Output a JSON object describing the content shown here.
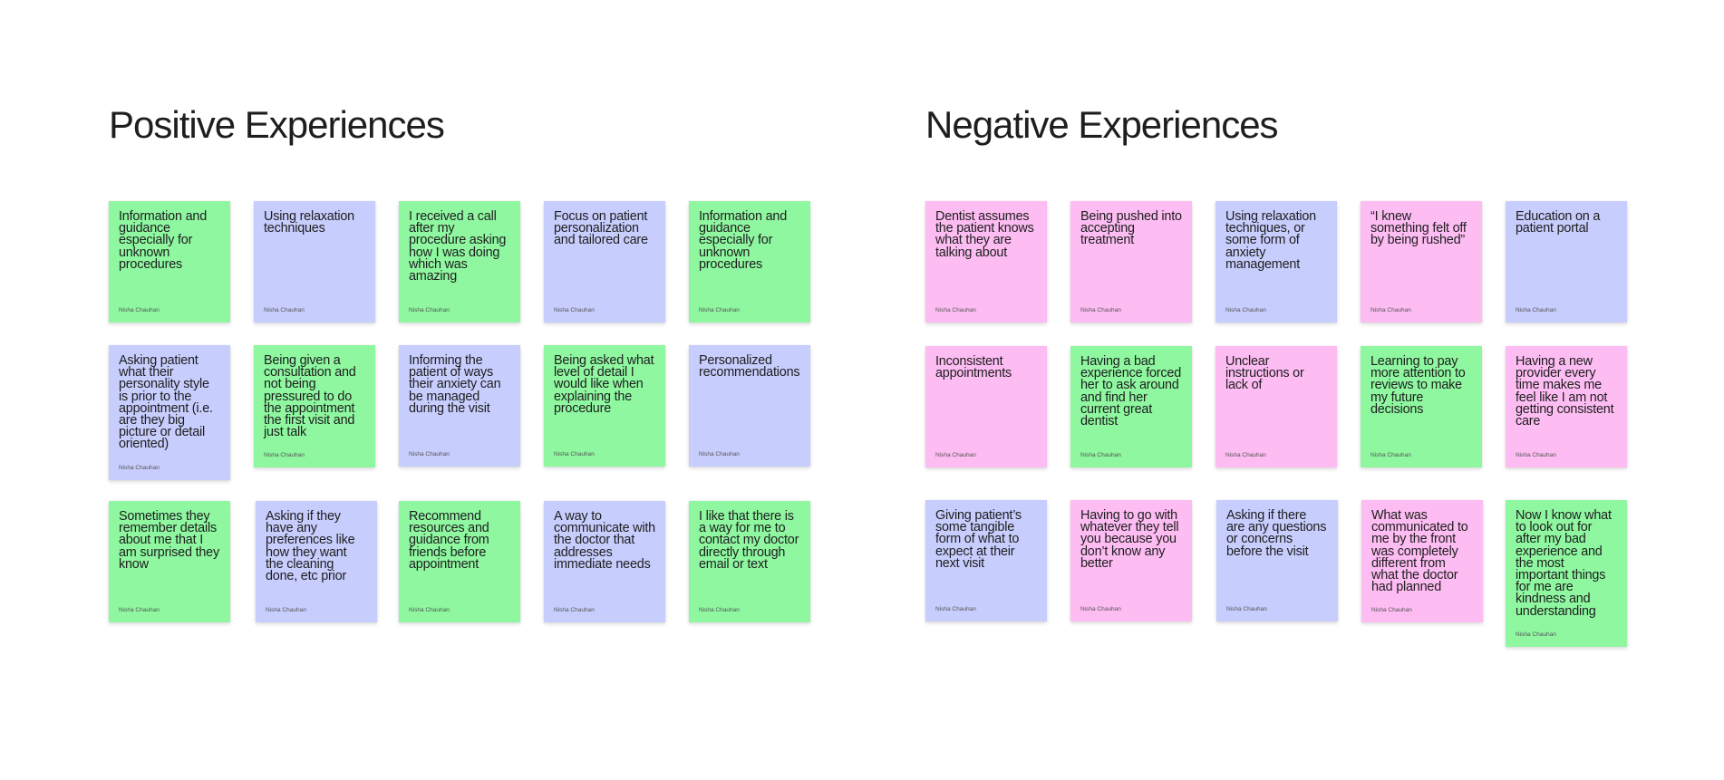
{
  "colors": {
    "background": "#ffffff",
    "green": "#8ef7a0",
    "lilac": "#c7cdfd",
    "pink": "#fdbcf2",
    "text": "#1e1e1e"
  },
  "positive": {
    "title": "Positive Experiences",
    "notes": [
      {
        "text": "Information and guidance especially for unknown procedures",
        "author": "Nisha Chauhan",
        "color": "green"
      },
      {
        "text": "Using relaxation techniques",
        "author": "Nisha Chauhan",
        "color": "lilac"
      },
      {
        "text": "I received a call after my procedure asking how I was doing which was amazing",
        "author": "Nisha Chauhan",
        "color": "green"
      },
      {
        "text": "Focus on patient personalization and tailored care",
        "author": "Nisha Chauhan",
        "color": "lilac"
      },
      {
        "text": "Information and guidance especially for unknown procedures",
        "author": "Nisha Chauhan",
        "color": "green"
      },
      {
        "text": "Asking patient what their personality style is prior to the appointment (i.e. are they big picture or detail oriented)",
        "author": "Nisha Chauhan",
        "color": "lilac"
      },
      {
        "text": "Being given a consultation and not being pressured to do the appointment the first visit and just talk",
        "author": "Nisha Chauhan",
        "color": "green"
      },
      {
        "text": "Informing the patient of ways their anxiety can be managed during the visit",
        "author": "Nisha Chauhan",
        "color": "lilac"
      },
      {
        "text": "Being asked what level of detail I would like when explaining the procedure",
        "author": "Nisha Chauhan",
        "color": "green"
      },
      {
        "text": "Personalized recommendations",
        "author": "Nisha Chauhan",
        "color": "lilac"
      },
      {
        "text": "Sometimes they remember details about me that I am surprised they know",
        "author": "Nisha Chauhan",
        "color": "green"
      },
      {
        "text": "Asking if they have any preferences like how they want the cleaning done, etc prior",
        "author": "Nisha Chauhan",
        "color": "lilac"
      },
      {
        "text": "Recommend resources and guidance from friends before appointment",
        "author": "Nisha Chauhan",
        "color": "green"
      },
      {
        "text": "A way to communicate with the doctor that addresses immediate needs",
        "author": "Nisha Chauhan",
        "color": "lilac"
      },
      {
        "text": "I like that there is a way for me to contact my doctor directly through email or text",
        "author": "Nisha Chauhan",
        "color": "green"
      }
    ]
  },
  "negative": {
    "title": "Negative Experiences",
    "notes": [
      {
        "text": "Dentist assumes the patient knows what they are talking about",
        "author": "Nisha Chauhan",
        "color": "pink"
      },
      {
        "text": "Being pushed into accepting treatment",
        "author": "Nisha Chauhan",
        "color": "pink"
      },
      {
        "text": "Using relaxation techniques, or some form of anxiety management",
        "author": "Nisha Chauhan",
        "color": "lilac"
      },
      {
        "text": "“I knew something felt off by being rushed”",
        "author": "Nisha Chauhan",
        "color": "pink"
      },
      {
        "text": "Education on a patient portal",
        "author": "Nisha Chauhan",
        "color": "lilac"
      },
      {
        "text": "Inconsistent appointments",
        "author": "Nisha Chauhan",
        "color": "pink"
      },
      {
        "text": "Having a bad experience forced her to ask around and find her current great dentist",
        "author": "Nisha Chauhan",
        "color": "green"
      },
      {
        "text": "Unclear instructions or lack of",
        "author": "Nisha Chauhan",
        "color": "pink"
      },
      {
        "text": "Learning to pay more attention to reviews to make my future decisions",
        "author": "Nisha Chauhan",
        "color": "green"
      },
      {
        "text": "Having a new provider every time makes me feel like I am not getting consistent care",
        "author": "Nisha Chauhan",
        "color": "pink"
      },
      {
        "text": "Giving patient’s some tangible form of what to expect at their next visit",
        "author": "Nisha Chauhan",
        "color": "lilac"
      },
      {
        "text": "Having to go with whatever they tell you because you don’t know any better",
        "author": "Nisha Chauhan",
        "color": "pink"
      },
      {
        "text": "Asking if there are any questions or concerns before the visit",
        "author": "Nisha Chauhan",
        "color": "lilac"
      },
      {
        "text": "What was communicated to me by the front was completely different from what the doctor had planned",
        "author": "Nisha Chauhan",
        "color": "pink"
      },
      {
        "text": "Now I know what to look out for after my bad experience and the most important things for me are kindness and understanding",
        "author": "Nisha Chauhan",
        "color": "green"
      }
    ]
  }
}
